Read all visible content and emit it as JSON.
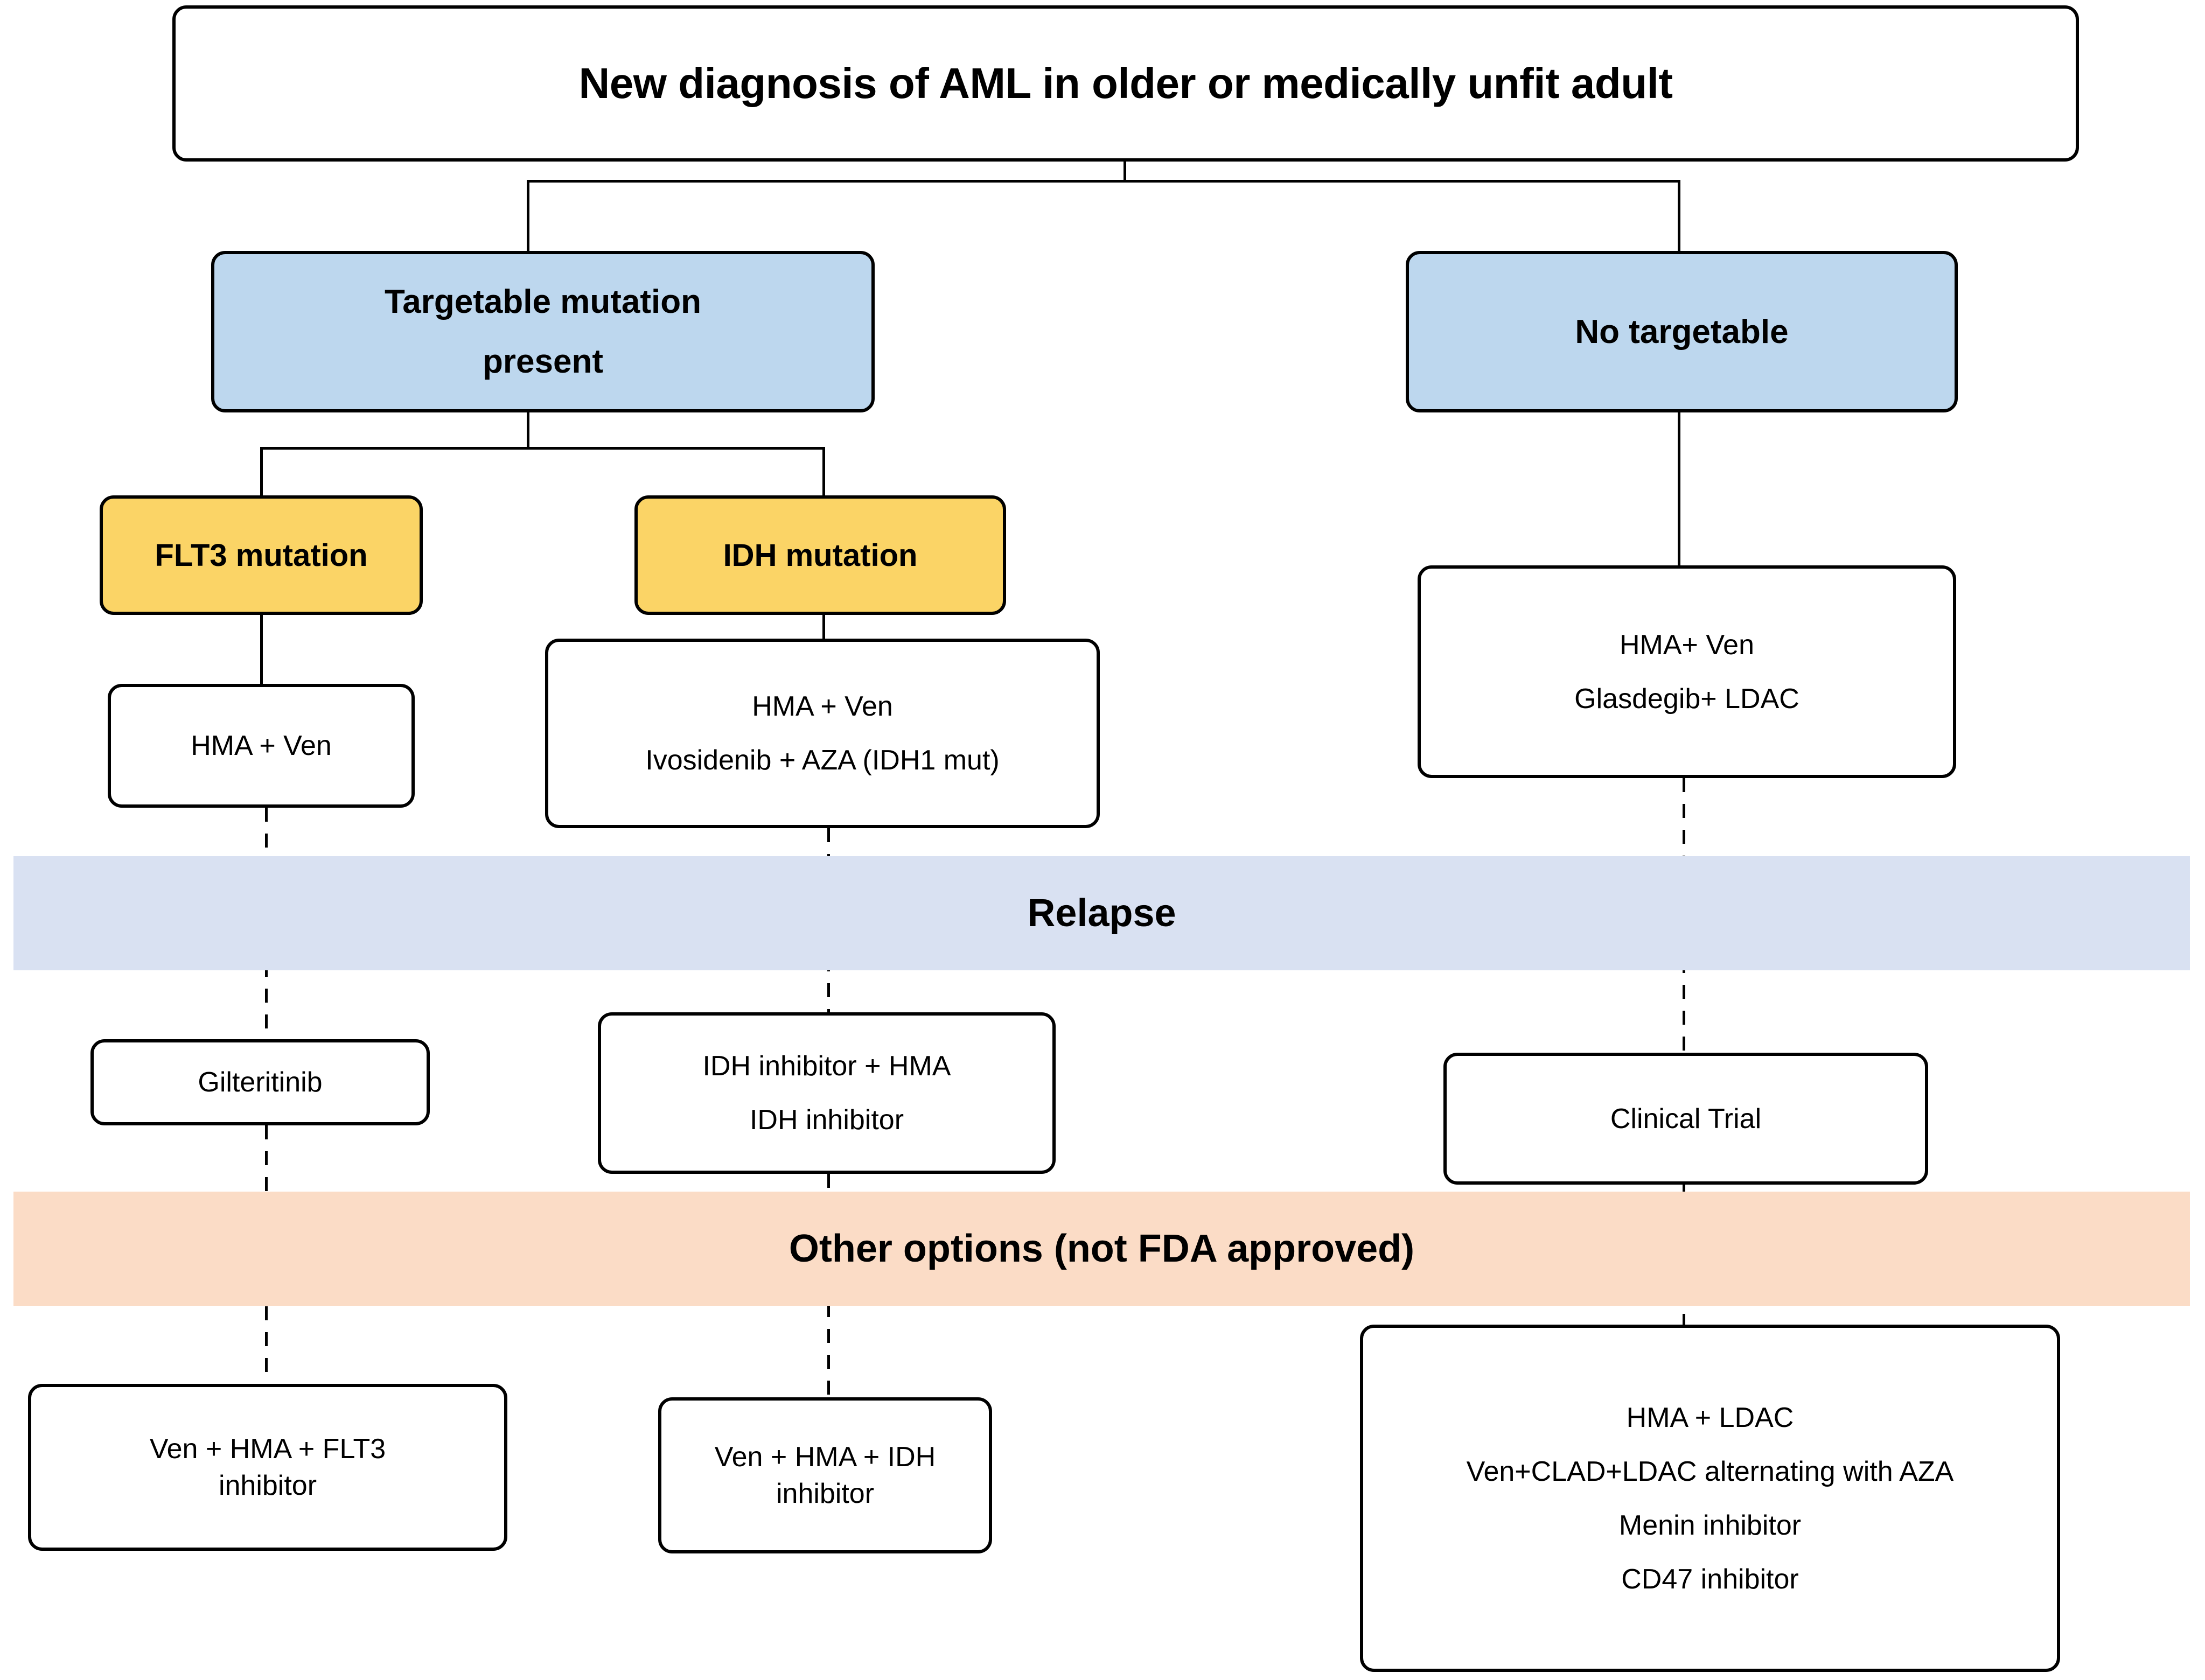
{
  "diagram": {
    "title": "New diagnosis of AML in older or medically unfit adult",
    "colors": {
      "decision_blue": "#BDD7EE",
      "mutation_gold": "#FBD466",
      "relapse_band": "#D9E1F2",
      "other_options_band": "#FBDCC6",
      "border": "#000000",
      "background": "#FFFFFF"
    }
  },
  "root": {
    "label": "New diagnosis of AML in older or medically unfit adult"
  },
  "branches": {
    "targetable": {
      "label_line1": "Targetable mutation",
      "label_line2": "present"
    },
    "no_targetable": {
      "label": "No targetable"
    }
  },
  "mutations": {
    "flt3": {
      "label": "FLT3 mutation"
    },
    "idh": {
      "label": "IDH mutation"
    }
  },
  "frontline": {
    "flt3_treatment": {
      "line1": "HMA + Ven"
    },
    "idh_treatment": {
      "line1": "HMA + Ven",
      "line2": "Ivosidenib + AZA (IDH1 mut)"
    },
    "no_target_treatment": {
      "line1": "HMA+ Ven",
      "line2": "Glasdegib+ LDAC"
    }
  },
  "bands": {
    "relapse": {
      "label": "Relapse"
    },
    "other_options": {
      "label": "Other options (not FDA approved)"
    }
  },
  "relapse_treatments": {
    "flt3": {
      "line1": "Gilteritinib"
    },
    "idh": {
      "line1": "IDH inhibitor + HMA",
      "line2": "IDH inhibitor"
    },
    "no_target": {
      "line1": "Clinical Trial"
    }
  },
  "other_option_treatments": {
    "flt3": {
      "line1": "Ven + HMA + FLT3",
      "line2": "inhibitor"
    },
    "idh": {
      "line1": "Ven + HMA + IDH",
      "line2": "inhibitor"
    },
    "no_target": {
      "line1": "HMA + LDAC",
      "line2": "Ven+CLAD+LDAC alternating with AZA",
      "line3": "Menin inhibitor",
      "line4": "CD47 inhibitor"
    }
  }
}
